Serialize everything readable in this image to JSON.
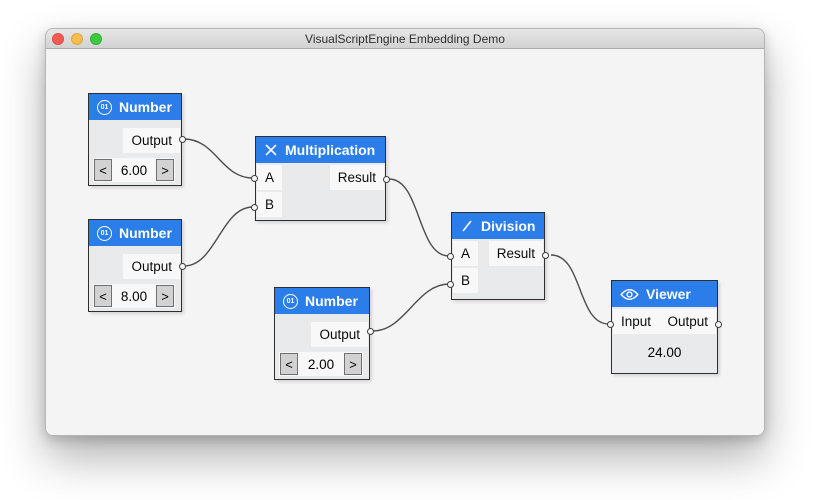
{
  "window": {
    "title": "VisualScriptEngine Embedding Demo"
  },
  "colors": {
    "node_header_blue": "#2b7de9",
    "node_body": "#e9eaeb",
    "slot_background": "#f8f8f8",
    "node_border": "#2e2e2e",
    "wire": "#4d4d4d",
    "canvas_background": "#f5f4f4",
    "titlebar_background": "#d9d9d9",
    "traffic_red": "#f25a52",
    "traffic_yellow": "#f5bf4f",
    "traffic_green": "#3dc93f"
  },
  "icons": {
    "number_badge_text": "01"
  },
  "nodes": [
    {
      "type": "number",
      "title": "Number",
      "icon": "number-01-icon",
      "output_label": "Output",
      "value": "6.00",
      "decrement_label": "<",
      "increment_label": ">"
    },
    {
      "type": "number",
      "title": "Number",
      "icon": "number-01-icon",
      "output_label": "Output",
      "value": "8.00",
      "decrement_label": "<",
      "increment_label": ">"
    },
    {
      "type": "multiplication",
      "title": "Multiplication",
      "icon": "multiply-icon",
      "input_labels": [
        "A",
        "B"
      ],
      "output_label": "Result"
    },
    {
      "type": "number",
      "title": "Number",
      "icon": "number-01-icon",
      "output_label": "Output",
      "value": "2.00",
      "decrement_label": "<",
      "increment_label": ">"
    },
    {
      "type": "division",
      "title": "Division",
      "icon": "divide-icon",
      "input_labels": [
        "A",
        "B"
      ],
      "output_label": "Result"
    },
    {
      "type": "viewer",
      "title": "Viewer",
      "icon": "eye-icon",
      "input_label": "Input",
      "output_label": "Output",
      "value": "24.00"
    }
  ],
  "connections": [
    {
      "from_node": "Number (6.00)",
      "from_port": "Output",
      "to_node": "Multiplication",
      "to_port": "A"
    },
    {
      "from_node": "Number (8.00)",
      "from_port": "Output",
      "to_node": "Multiplication",
      "to_port": "B"
    },
    {
      "from_node": "Multiplication",
      "from_port": "Result",
      "to_node": "Division",
      "to_port": "A"
    },
    {
      "from_node": "Number (2.00)",
      "from_port": "Output",
      "to_node": "Division",
      "to_port": "B"
    },
    {
      "from_node": "Division",
      "from_port": "Result",
      "to_node": "Viewer",
      "to_port": "Input"
    }
  ]
}
